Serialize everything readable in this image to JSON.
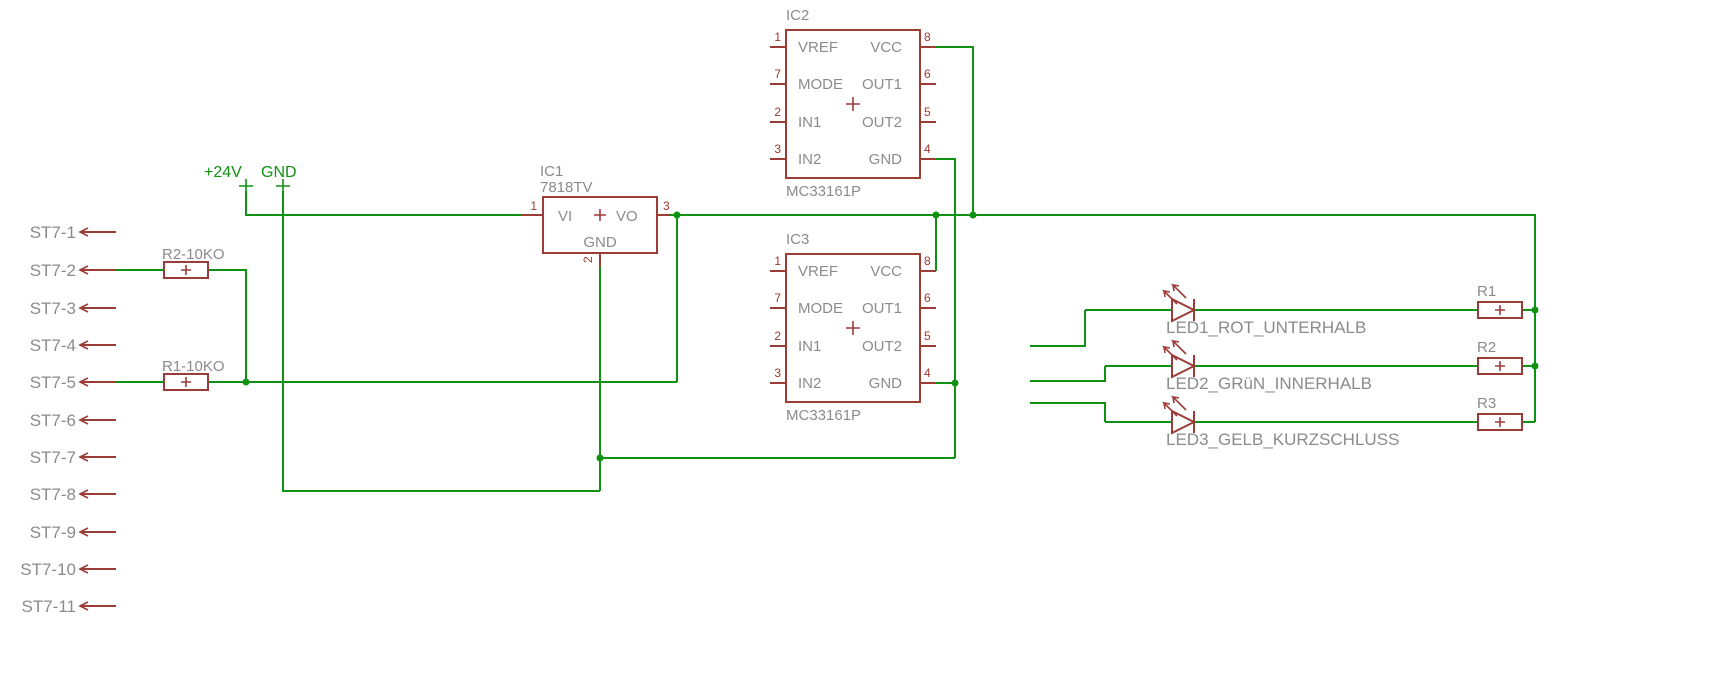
{
  "colors": {
    "wire": "#0f9212",
    "symbol": "#9c3c36",
    "pinnum": "#a03a34",
    "label": "#8b8b8b",
    "supply": "#0f9212",
    "bg": "#ffffff"
  },
  "schematic": {
    "supplies": {
      "v24": "+24V",
      "gnd": "GND"
    },
    "connector": {
      "pins": [
        {
          "label": "ST7-1"
        },
        {
          "label": "ST7-2"
        },
        {
          "label": "ST7-3"
        },
        {
          "label": "ST7-4"
        },
        {
          "label": "ST7-5"
        },
        {
          "label": "ST7-6"
        },
        {
          "label": "ST7-7"
        },
        {
          "label": "ST7-8"
        },
        {
          "label": "ST7-9"
        },
        {
          "label": "ST7-10"
        },
        {
          "label": "ST7-11"
        }
      ]
    },
    "pullups": [
      {
        "label": "R2-10KO"
      },
      {
        "label": "R1-10KO"
      }
    ],
    "ic1": {
      "ref": "IC1",
      "value": "7818TV",
      "pin_vi": "VI",
      "pin_vo": "VO",
      "pin_gnd": "GND",
      "origin": "+",
      "num_1": "1",
      "num_3": "3",
      "num_2": "2"
    },
    "monitors": [
      {
        "ref": "IC2",
        "value": "MC33161P",
        "left_pins": [
          {
            "num": "1",
            "label": "VREF"
          },
          {
            "num": "7",
            "label": "MODE"
          },
          {
            "num": "2",
            "label": "IN1"
          },
          {
            "num": "3",
            "label": "IN2"
          }
        ],
        "right_pins": [
          {
            "num": "8",
            "label": "VCC"
          },
          {
            "num": "6",
            "label": "OUT1"
          },
          {
            "num": "5",
            "label": "OUT2"
          },
          {
            "num": "4",
            "label": "GND"
          }
        ]
      },
      {
        "ref": "IC3",
        "value": "MC33161P",
        "left_pins": [
          {
            "num": "1",
            "label": "VREF"
          },
          {
            "num": "7",
            "label": "MODE"
          },
          {
            "num": "2",
            "label": "IN1"
          },
          {
            "num": "3",
            "label": "IN2"
          }
        ],
        "right_pins": [
          {
            "num": "8",
            "label": "VCC"
          },
          {
            "num": "6",
            "label": "OUT1"
          },
          {
            "num": "5",
            "label": "OUT2"
          },
          {
            "num": "4",
            "label": "GND"
          }
        ]
      }
    ],
    "leds": [
      {
        "label": "LED1_ROT_UNTERHALB"
      },
      {
        "label": "LED2_GRüN_INNERHALB"
      },
      {
        "label": "LED3_GELB_KURZSCHLUSS"
      }
    ],
    "led_resistors": [
      {
        "label": "R1"
      },
      {
        "label": "R2"
      },
      {
        "label": "R3"
      }
    ]
  }
}
